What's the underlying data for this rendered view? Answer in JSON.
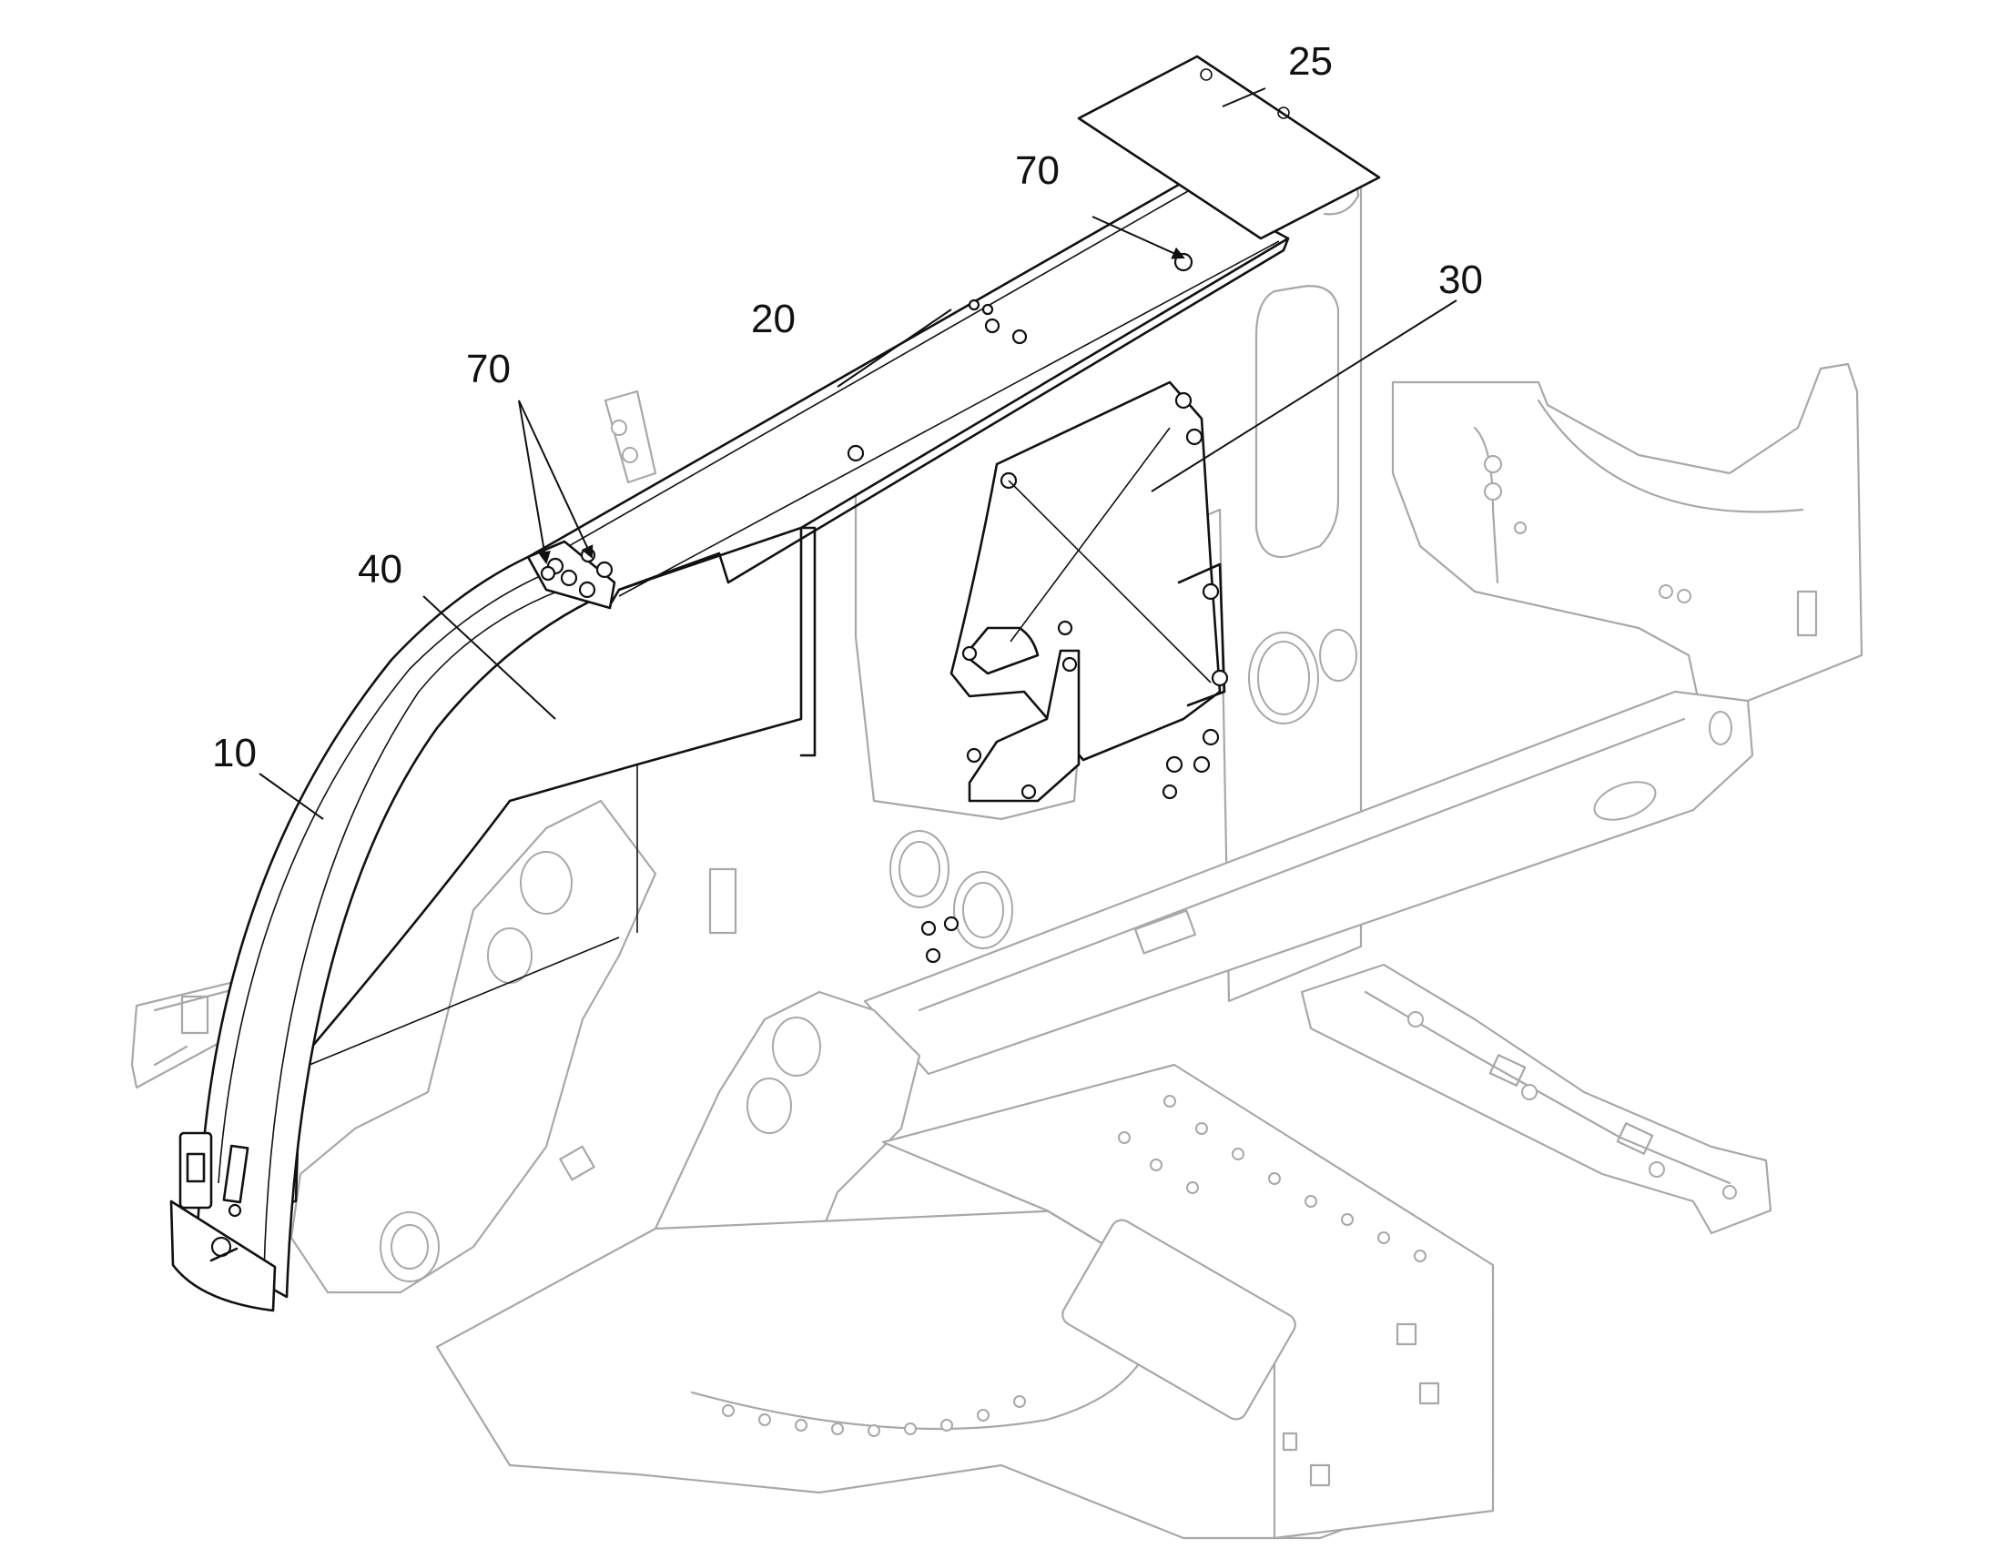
{
  "diagram": {
    "type": "exploded-parts-drawing",
    "callouts": [
      {
        "id": "c10",
        "text": "10"
      },
      {
        "id": "c20",
        "text": "20"
      },
      {
        "id": "c25",
        "text": "25"
      },
      {
        "id": "c30",
        "text": "30"
      },
      {
        "id": "c40",
        "text": "40"
      },
      {
        "id": "c70a",
        "text": "70"
      },
      {
        "id": "c70b",
        "text": "70"
      }
    ]
  }
}
